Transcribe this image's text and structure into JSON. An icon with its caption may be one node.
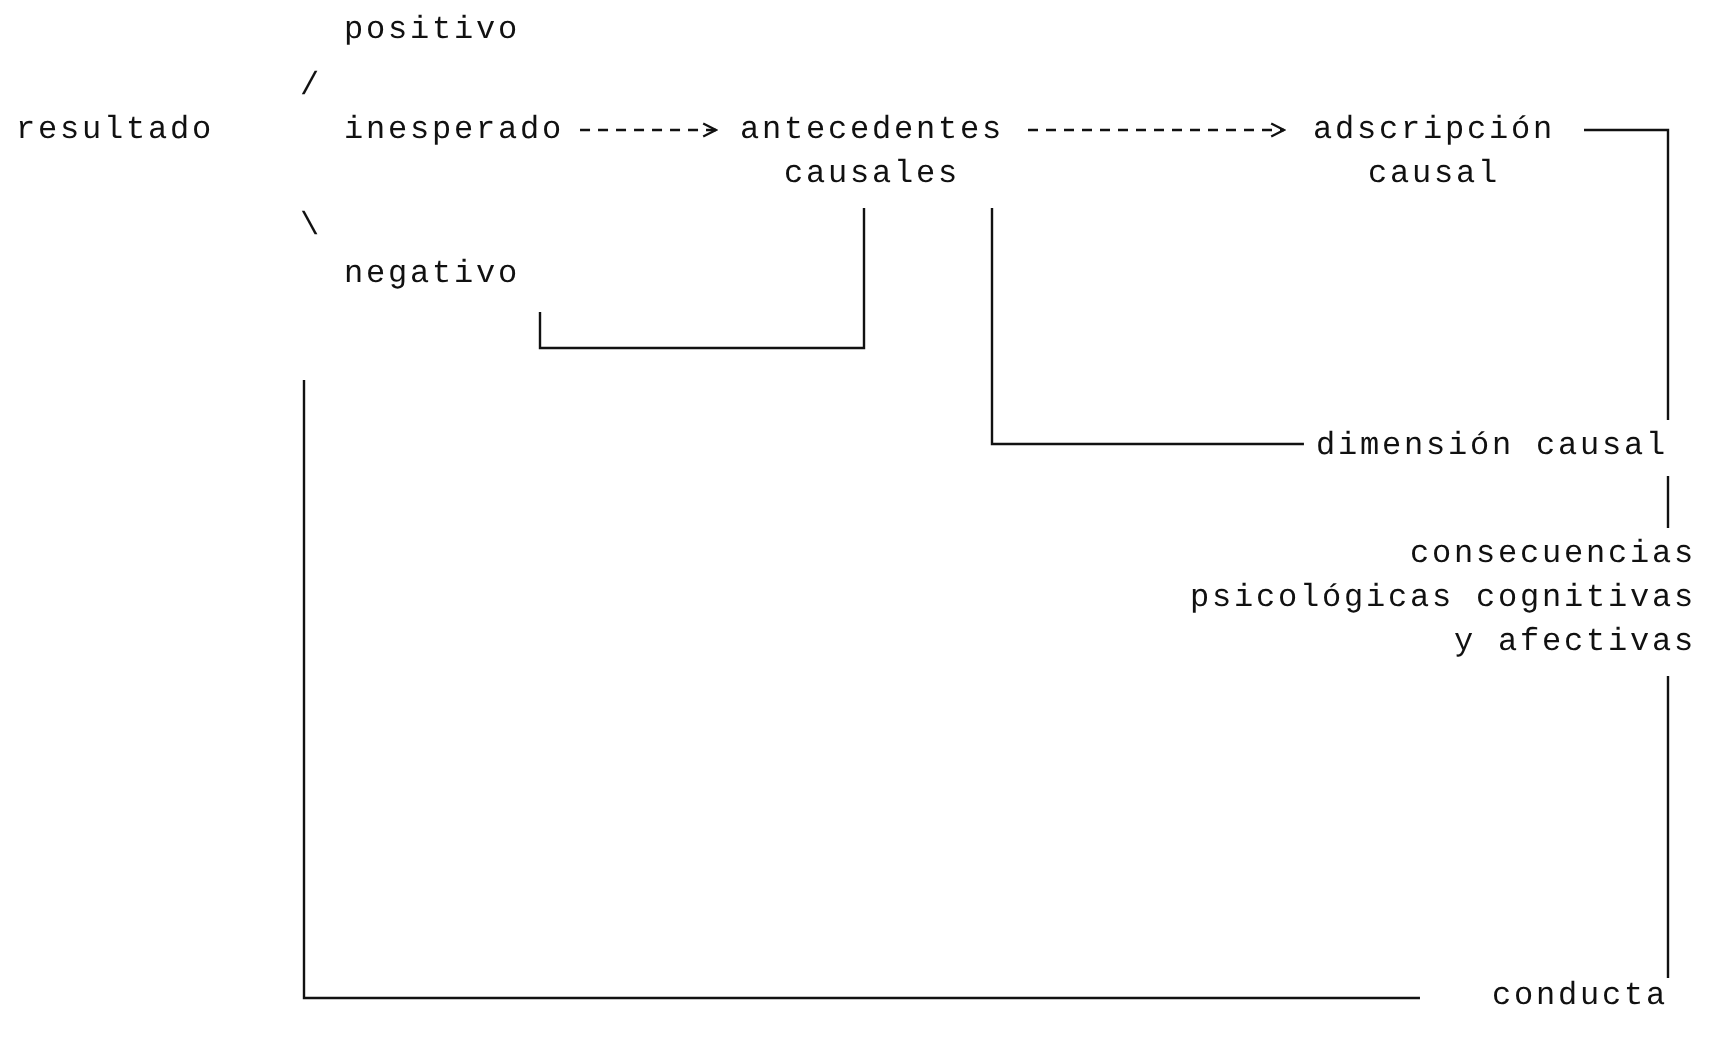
{
  "diagram": {
    "nodes": [
      {
        "text": [
          "resultado"
        ]
      },
      {
        "text": [
          "positivo"
        ]
      },
      {
        "text": [
          "inesperado"
        ]
      },
      {
        "text": [
          "negativo"
        ]
      },
      {
        "text": [
          "antecedentes causales"
        ]
      },
      {
        "text": [
          "adscripción causal"
        ]
      },
      {
        "text": [
          "dimensión causal"
        ]
      },
      {
        "text": [
          "consecuencias psicológicas cognitivas y afectivas"
        ]
      },
      {
        "text": [
          "conducta"
        ]
      }
    ],
    "edges": [
      {
        "from": 2,
        "to": 4,
        "arrow": "to",
        "style": "dashed"
      },
      {
        "from": 4,
        "to": 5,
        "arrow": "to",
        "style": "dashed"
      },
      {
        "from": 3,
        "to": 4,
        "arrow": "none"
      },
      {
        "from": 4,
        "to": 6,
        "arrow": "none"
      },
      {
        "from": 5,
        "to": 6,
        "arrow": "none"
      },
      {
        "from": 6,
        "to": 7,
        "arrow": "none"
      },
      {
        "from": 7,
        "to": 8,
        "arrow": "none"
      },
      {
        "from": 3,
        "to": 8,
        "arrow": "none"
      }
    ],
    "labels": [
      "/",
      "\\"
    ]
  }
}
